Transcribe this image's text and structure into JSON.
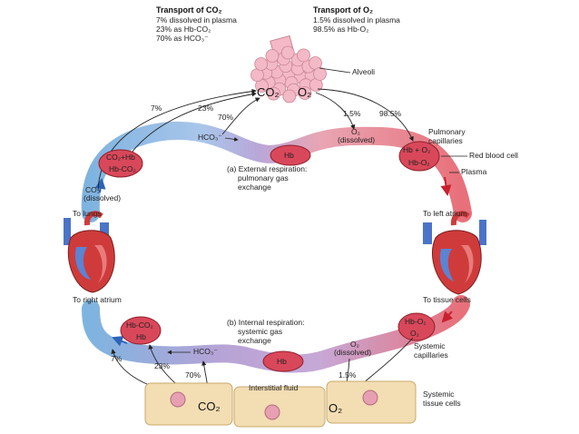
{
  "transport_co2": {
    "title": "Transport of CO₂",
    "lines": [
      "7% dissolved in plasma",
      "23% as Hb-CO₂",
      "70% as HCO₃⁻"
    ]
  },
  "transport_o2": {
    "title": "Transport of O₂",
    "lines": [
      "1.5% dissolved in plasma",
      "98.5% as Hb-O₂"
    ]
  },
  "external": {
    "alveoli": "Alveoli",
    "co2": "CO₂",
    "o2": "O₂",
    "pct_7": "7%",
    "pct_23": "23%",
    "pct_70": "70%",
    "pct_1_5": "1.5%",
    "pct_98_5": "98.5%",
    "hco3": "HCO₃⁻",
    "co2_hb": "CO₂+Hb",
    "hb_co2": "Hb-CO₂",
    "co2_dissolved": [
      "CO₂",
      "(dissolved)"
    ],
    "o2_dissolved": [
      "O₂",
      "(dissolved)"
    ],
    "hb": "Hb",
    "hb_o2_top": "Hb + O₂",
    "hb_o2": "Hb-O₂",
    "caption": [
      "(a) External respiration:",
      "pulmonary gas",
      "exchange"
    ],
    "pulmonary_capillaries": [
      "Pulmonary",
      "capillaries"
    ],
    "red_blood_cell": "Red blood cell",
    "plasma": "Plasma"
  },
  "heart": {
    "to_lungs": "To lungs",
    "to_left_atrium": "To left atrium",
    "to_right_atrium": "To right atrium",
    "to_tissue_cells": "To tissue cells"
  },
  "internal": {
    "hb_co2": "Hb-CO₂",
    "hb": "Hb",
    "hco3": "HCO₃⁻",
    "hb_o2": "Hb-O₂",
    "o2": "O₂",
    "o2_dissolved": [
      "O₂",
      "(dissolved)"
    ],
    "pct_7": "7%",
    "pct_23": "23%",
    "pct_70": "70%",
    "pct_1_5": "1.5%",
    "co2": "CO₂",
    "o2_bottom": "O₂",
    "caption": [
      "(b) Internal respiration:",
      "systemic gas",
      "exchange"
    ],
    "systemic_capillaries": [
      "Systemic",
      "capillaries"
    ],
    "interstitial_fluid": "Interstitial fluid",
    "systemic_tissue_cells": [
      "Systemic",
      "tissue cells"
    ]
  },
  "colors": {
    "blue_vessel": "#7fb4e0",
    "red_vessel": "#e8707a",
    "purple_vessel": "#b7a3d6",
    "rbc": "#d9485a",
    "alveoli": "#f4b9c6",
    "tissue_cell": "#f3ddb3"
  }
}
